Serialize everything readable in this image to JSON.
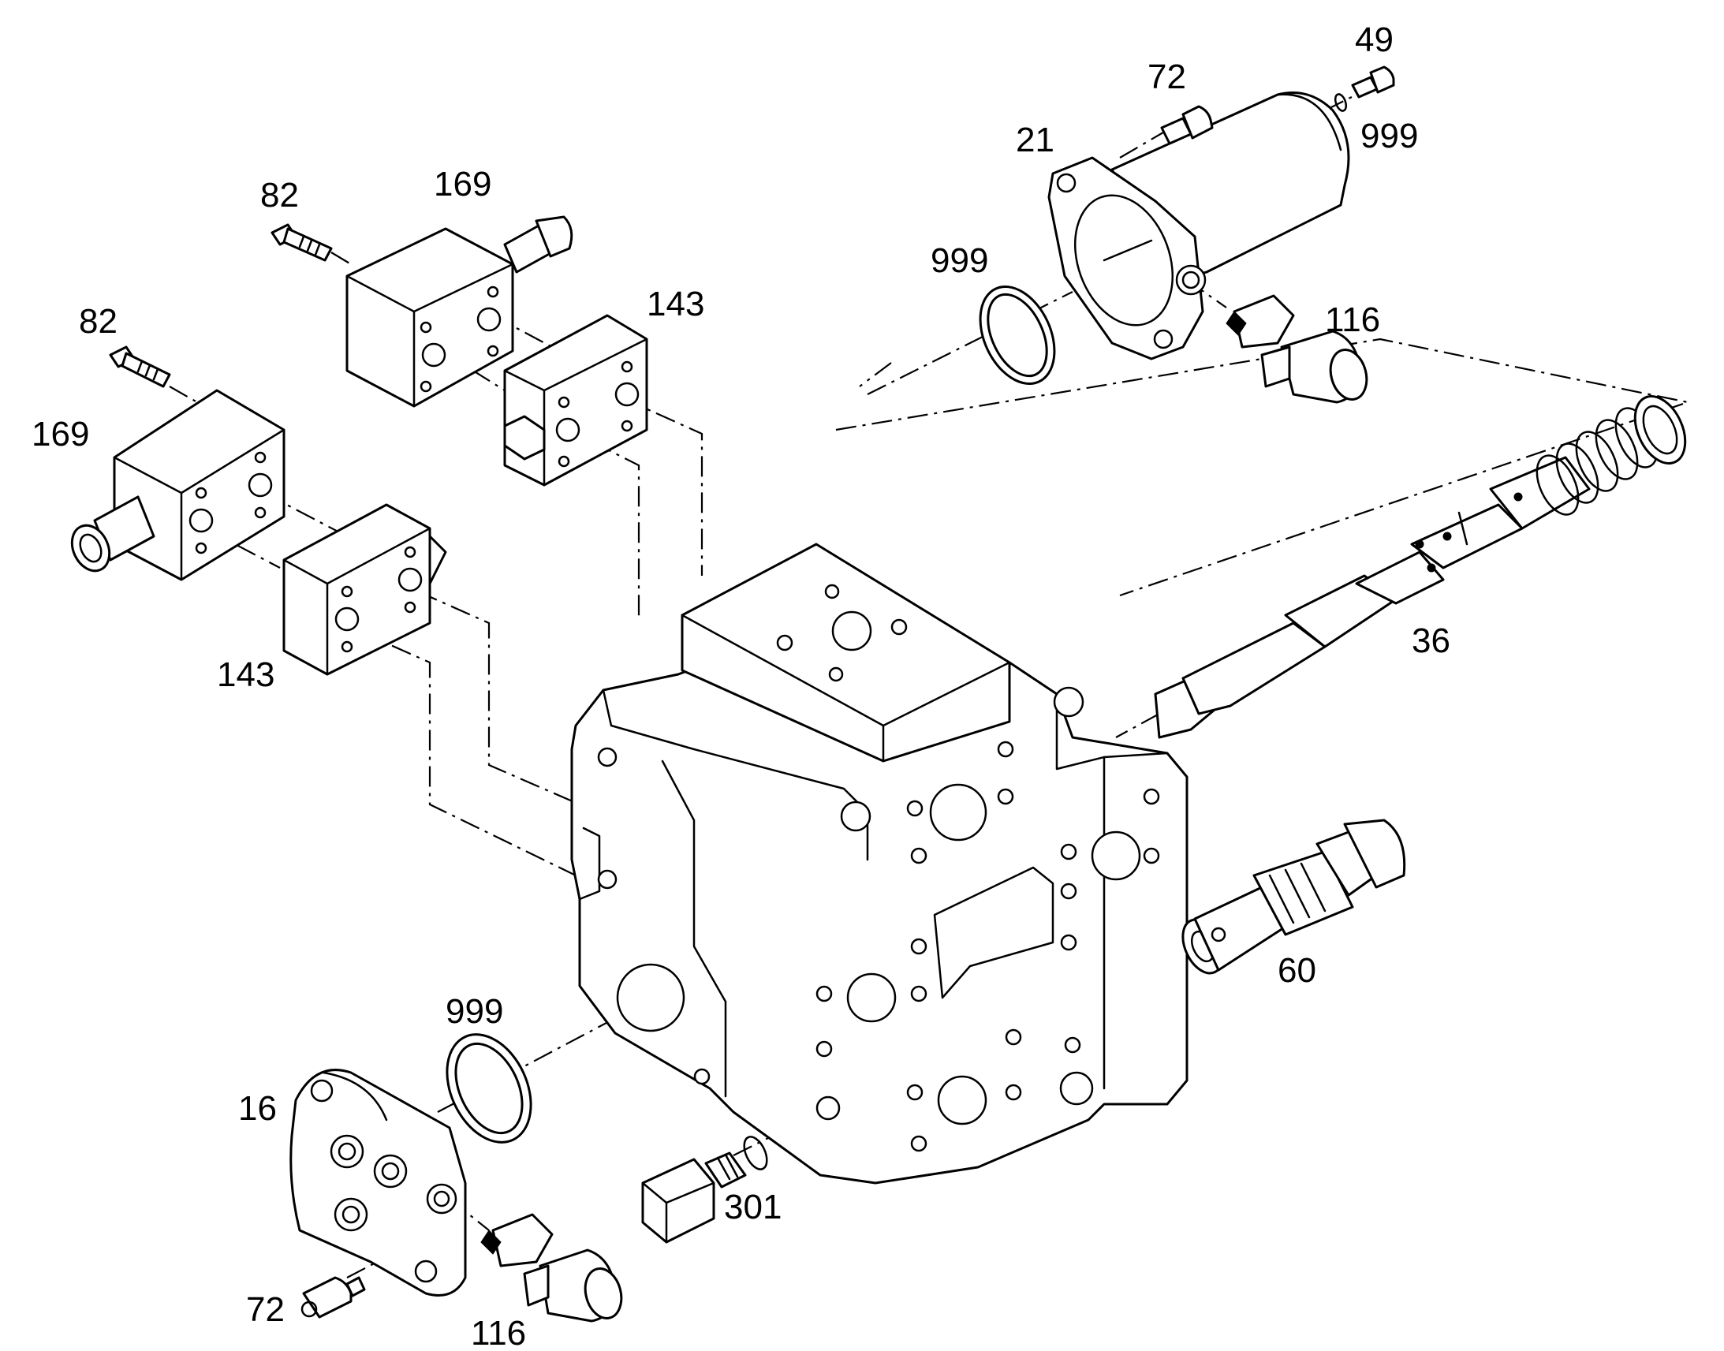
{
  "labels": {
    "p49": "49",
    "p72_top": "72",
    "p21": "21",
    "p999_top": "999",
    "p999_left": "999",
    "p116_top": "116",
    "p169_top": "169",
    "p82_top": "82",
    "p143_top": "143",
    "p82_left": "82",
    "p169_left": "169",
    "p143_left": "143",
    "p36": "36",
    "p60": "60",
    "p999_bottom": "999",
    "p16": "16",
    "p301": "301",
    "p72_bottom": "72",
    "p116_bottom": "116"
  }
}
